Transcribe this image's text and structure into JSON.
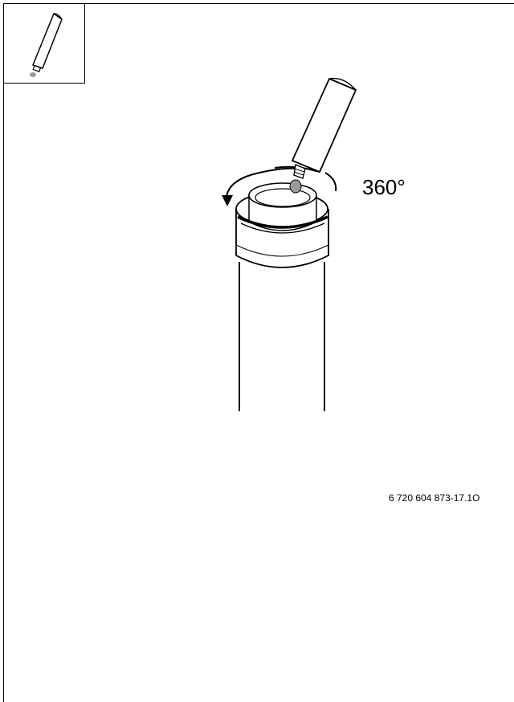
{
  "illustration": {
    "rotation_label": "360°",
    "figure_code": "6 720 604 873-17.1O",
    "icons": {
      "inset": "lubricant-tube-icon",
      "tube": "lubricant-tube",
      "pipe": "flue-pipe",
      "arrow": "rotation-arrow-icon"
    }
  }
}
